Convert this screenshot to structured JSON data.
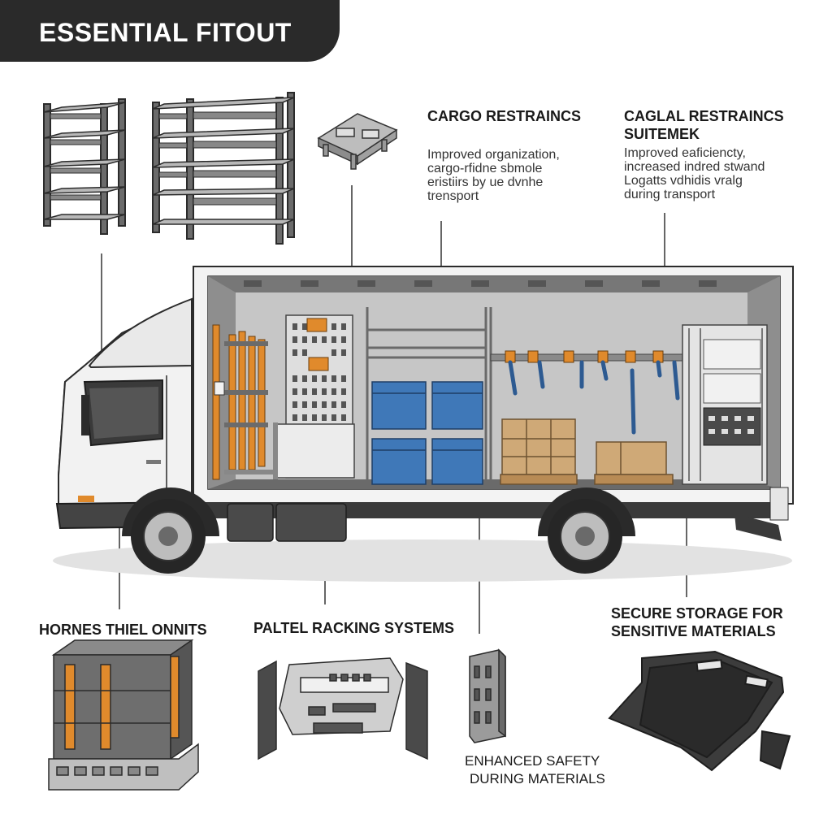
{
  "header": {
    "title": "ESSENTIAL FITOUT"
  },
  "labels": {
    "cargo_restraints": "CARGO RESTRAINCS",
    "casual_restraints_line1": "CAGLAL RESTRAINCS",
    "casual_restraints_line2": "SUITEMEK",
    "hornes_units": "HORNES THIEL ONNITS",
    "pallet_racking": "PALTEL RACKING SYSTEMS",
    "secure_storage_line1": "SECURE STORAGE FOR",
    "secure_storage_line2": "SENSITIVE MATERIALS",
    "enhanced_safety_line1": "ENHANCED SAFETY",
    "enhanced_safety_line2": "DURING MATERIALS"
  },
  "descriptions": {
    "cargo": [
      "Improved organization,",
      "cargo-rfidne sbmole",
      "eristiirs by ue dvnhe",
      "trensport"
    ],
    "casual": [
      "Improved eaficiencty,",
      "increased indred stwand",
      "Logatts vdhidis vralg",
      "during transport"
    ]
  },
  "colors": {
    "title_bg": "#2a2a2a",
    "accent_orange": "#e08a2c",
    "box_blue": "#3f78b8",
    "cardboard": "#cfa977",
    "rack_gray": "#5a5a5a",
    "truck_white": "#f2f2f2"
  },
  "icons": [
    "shelving-unit-icon",
    "cargo-restraint-clamp-icon",
    "pallet-racking-icon",
    "secure-storage-case-icon",
    "safety-panel-icon",
    "caged-unit-icon"
  ]
}
